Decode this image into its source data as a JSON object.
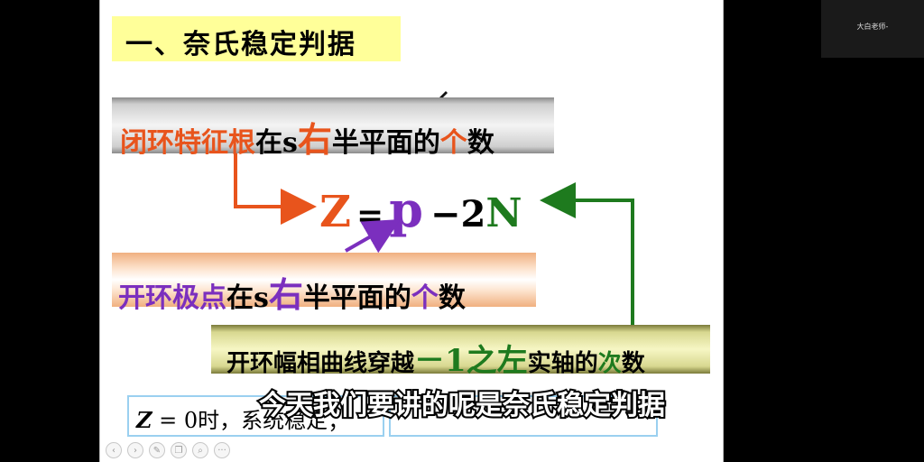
{
  "slide": {
    "title": "一、奈氏稳定判据",
    "box1": [
      {
        "text": "闭环",
        "cls": "orange"
      },
      {
        "text": "特征根",
        "cls": "orange"
      },
      {
        "text": "在s",
        "cls": ""
      },
      {
        "text": "右",
        "cls": "orange big"
      },
      {
        "text": "半平面的",
        "cls": ""
      },
      {
        "text": "个",
        "cls": "orange"
      },
      {
        "text": "数",
        "cls": ""
      }
    ],
    "box2": [
      {
        "text": "开环",
        "cls": "purple"
      },
      {
        "text": "极点",
        "cls": "purple"
      },
      {
        "text": "在s",
        "cls": ""
      },
      {
        "text": "右",
        "cls": "purple big"
      },
      {
        "text": "半平面的",
        "cls": ""
      },
      {
        "text": "个",
        "cls": "purple"
      },
      {
        "text": "数",
        "cls": ""
      }
    ],
    "box3": [
      {
        "text": "开环幅相曲线穿越",
        "cls": ""
      },
      {
        "text": "－1之左",
        "cls": "green big2"
      },
      {
        "text": "实轴的",
        "cls": ""
      },
      {
        "text": "次",
        "cls": "green"
      },
      {
        "text": "数",
        "cls": ""
      }
    ],
    "formula": {
      "z": "Z",
      "eq": "=",
      "p": "p",
      "minus": "−",
      "two": "2",
      "n": "N"
    },
    "bottom_text": {
      "var": "Z",
      "rest": " = 0时，系统稳定；"
    }
  },
  "subtitle": "今天我们要讲的呢是奈氏稳定判据",
  "teacher_name": "大白老师-",
  "toolbar": [
    {
      "name": "prev-slide-button",
      "glyph": "‹"
    },
    {
      "name": "next-slide-button",
      "glyph": "›"
    },
    {
      "name": "pen-tool-button",
      "glyph": "✎"
    },
    {
      "name": "copy-button",
      "glyph": "❐"
    },
    {
      "name": "zoom-button",
      "glyph": "⌕"
    },
    {
      "name": "more-button",
      "glyph": "···"
    }
  ],
  "colors": {
    "orange": "#e8541c",
    "purple": "#7b2fbe",
    "green": "#1e7a1e"
  }
}
